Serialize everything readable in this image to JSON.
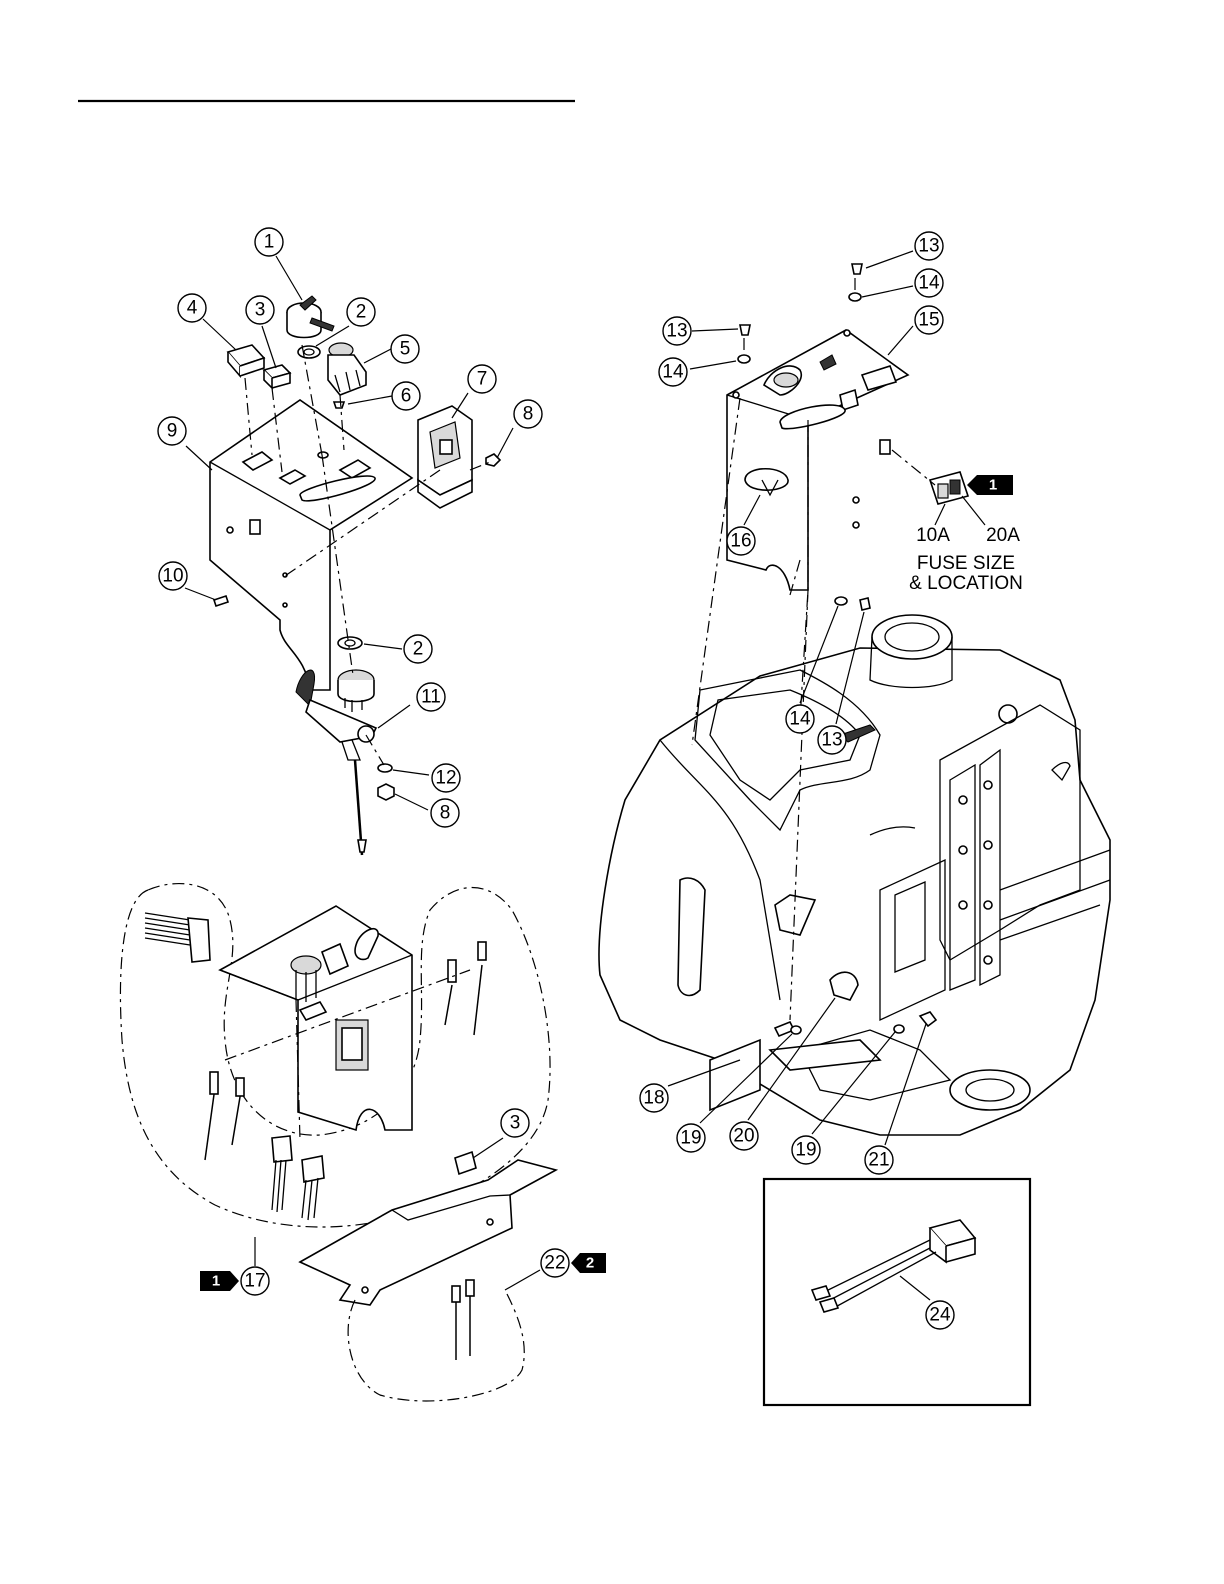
{
  "callouts": [
    {
      "id": "c1",
      "label": "1"
    },
    {
      "id": "c2a",
      "label": "2"
    },
    {
      "id": "c3a",
      "label": "3"
    },
    {
      "id": "c4",
      "label": "4"
    },
    {
      "id": "c5",
      "label": "5"
    },
    {
      "id": "c6",
      "label": "6"
    },
    {
      "id": "c7",
      "label": "7"
    },
    {
      "id": "c8a",
      "label": "8"
    },
    {
      "id": "c9",
      "label": "9"
    },
    {
      "id": "c10",
      "label": "10"
    },
    {
      "id": "c2b",
      "label": "2"
    },
    {
      "id": "c11",
      "label": "11"
    },
    {
      "id": "c12",
      "label": "12"
    },
    {
      "id": "c8b",
      "label": "8"
    },
    {
      "id": "c13a",
      "label": "13"
    },
    {
      "id": "c14a",
      "label": "14"
    },
    {
      "id": "c13b",
      "label": "13"
    },
    {
      "id": "c14b",
      "label": "14"
    },
    {
      "id": "c15",
      "label": "15"
    },
    {
      "id": "c16",
      "label": "16"
    },
    {
      "id": "c14c",
      "label": "14"
    },
    {
      "id": "c13c",
      "label": "13"
    },
    {
      "id": "c3b",
      "label": "3"
    },
    {
      "id": "c17",
      "label": "17"
    },
    {
      "id": "c22",
      "label": "22"
    },
    {
      "id": "c18",
      "label": "18"
    },
    {
      "id": "c19a",
      "label": "19"
    },
    {
      "id": "c20",
      "label": "20"
    },
    {
      "id": "c19b",
      "label": "19"
    },
    {
      "id": "c21",
      "label": "21"
    },
    {
      "id": "c24",
      "label": "24"
    }
  ],
  "note_tags": [
    {
      "id": "t1a",
      "label": "1"
    },
    {
      "id": "t1b",
      "label": "1"
    },
    {
      "id": "t2",
      "label": "2"
    }
  ],
  "fuse_note": {
    "left_rating": "10A",
    "right_rating": "20A",
    "line1": "FUSE SIZE",
    "line2": "& LOCATION"
  }
}
